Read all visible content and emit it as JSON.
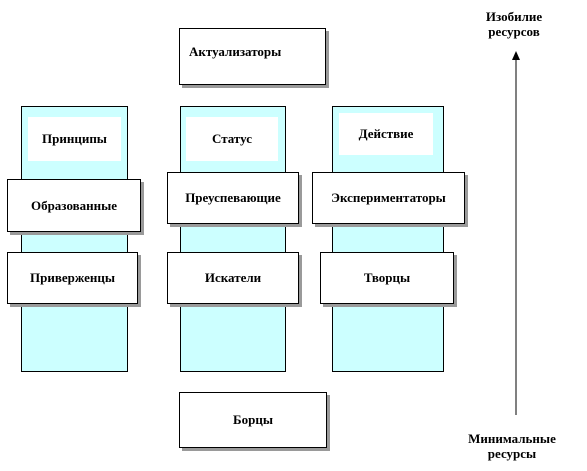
{
  "top_box": "Актуализаторы",
  "bottom_box": "Борцы",
  "columns": [
    {
      "header": "Принципы",
      "rows": [
        "Образованные",
        "Приверженцы"
      ]
    },
    {
      "header": "Статус",
      "rows": [
        "Преуспевающие",
        "Искатели"
      ]
    },
    {
      "header": "Действие",
      "rows": [
        "Экспериментаторы",
        "Творцы"
      ]
    }
  ],
  "axis": {
    "top_label_line1": "Изобилие",
    "top_label_line2": "ресурсов",
    "bottom_label_line1": "Минимальные",
    "bottom_label_line2": "ресурсы"
  },
  "colors": {
    "column_fill": "#ccffff",
    "box_fill": "#ffffff",
    "shadow": "#9a9a9a"
  }
}
